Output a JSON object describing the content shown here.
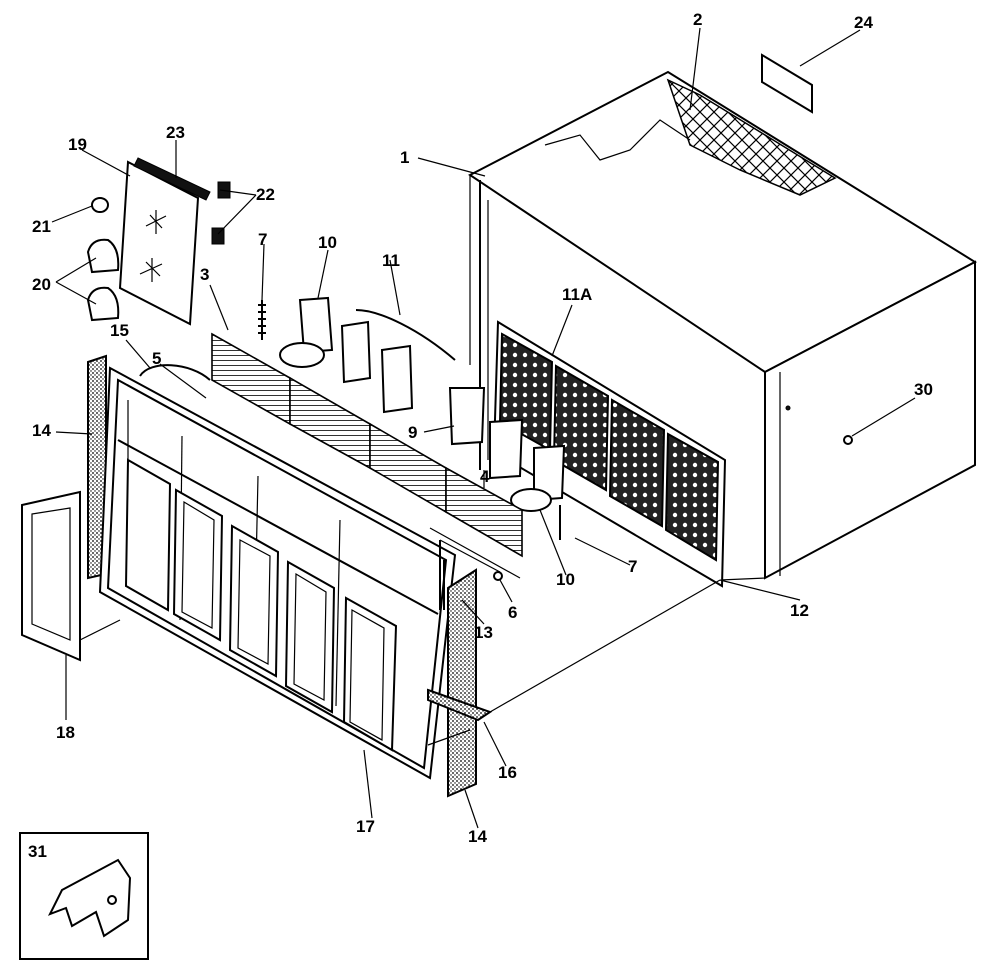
{
  "callouts": {
    "c1": "1",
    "c2": "2",
    "c24": "24",
    "c19": "19",
    "c23": "23",
    "c22": "22",
    "c21": "21",
    "c20": "20",
    "c7a": "7",
    "c10a": "10",
    "c11": "11",
    "c11a": "11A",
    "c3": "3",
    "c15": "15",
    "c5": "5",
    "c14a": "14",
    "c9": "9",
    "c4": "4",
    "c30": "30",
    "c10b": "10",
    "c7b": "7",
    "c6": "6",
    "c13": "13",
    "c12": "12",
    "c18": "18",
    "c16": "16",
    "c17": "17",
    "c14b": "14",
    "c31": "31"
  }
}
